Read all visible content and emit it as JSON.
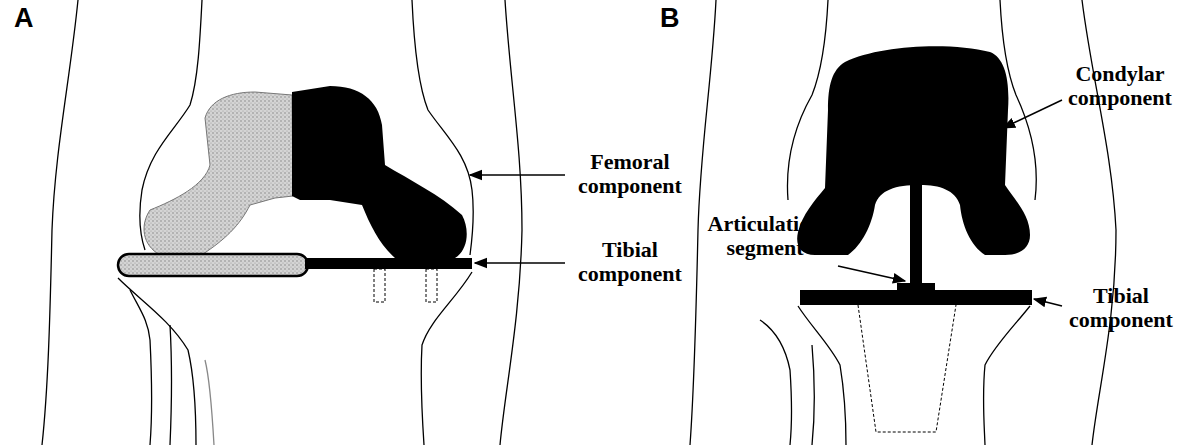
{
  "diagram": {
    "labels": [
      "A",
      "B",
      "Femoral component",
      "Tibial component",
      "Articulation segment",
      "Condylar component",
      "Tibial component"
    ]
  }
}
